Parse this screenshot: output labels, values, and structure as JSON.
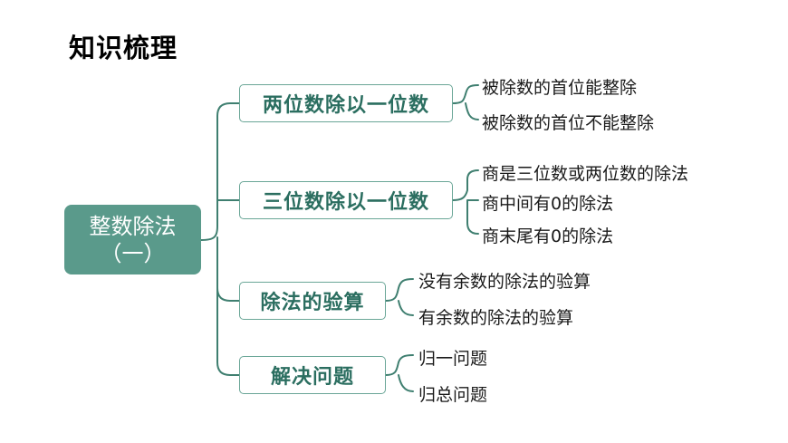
{
  "title": "知识梳理",
  "root": {
    "line1": "整数除法",
    "line2": "（一）"
  },
  "branches": [
    {
      "label": "两位数除以一位数",
      "items": [
        "被除数的首位能整除",
        "被除数的首位不能整除"
      ]
    },
    {
      "label": "三位数除以一位数",
      "items": [
        "商是三位数或两位数的除法",
        "商中间有0的除法",
        "商末尾有0的除法"
      ]
    },
    {
      "label": "除法的验算",
      "items": [
        "没有余数的除法的验算",
        "有余数的除法的验算"
      ]
    },
    {
      "label": "解决问题",
      "items": [
        "归一问题",
        "归总问题"
      ]
    }
  ],
  "colors": {
    "accent": "#5a9a8b",
    "line": "#3f7f70",
    "branch_text": "#2b6e60"
  }
}
